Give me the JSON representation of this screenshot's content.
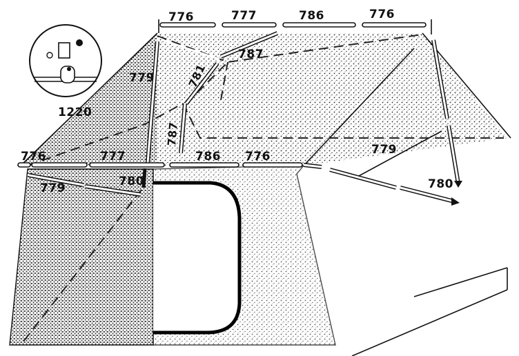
{
  "diagram": {
    "labels": {
      "top_1": "776",
      "top_2": "777",
      "top_3": "786",
      "top_4": "776",
      "ridge_787": "787",
      "left_779": "779",
      "diag_781": "781",
      "mid_787": "787",
      "front_776_left": "776",
      "front_777": "777",
      "front_786": "786",
      "front_776_right": "776",
      "front_779": "779",
      "front_780": "780",
      "side_779": "779",
      "side_780": "780",
      "detail": "1220"
    }
  }
}
